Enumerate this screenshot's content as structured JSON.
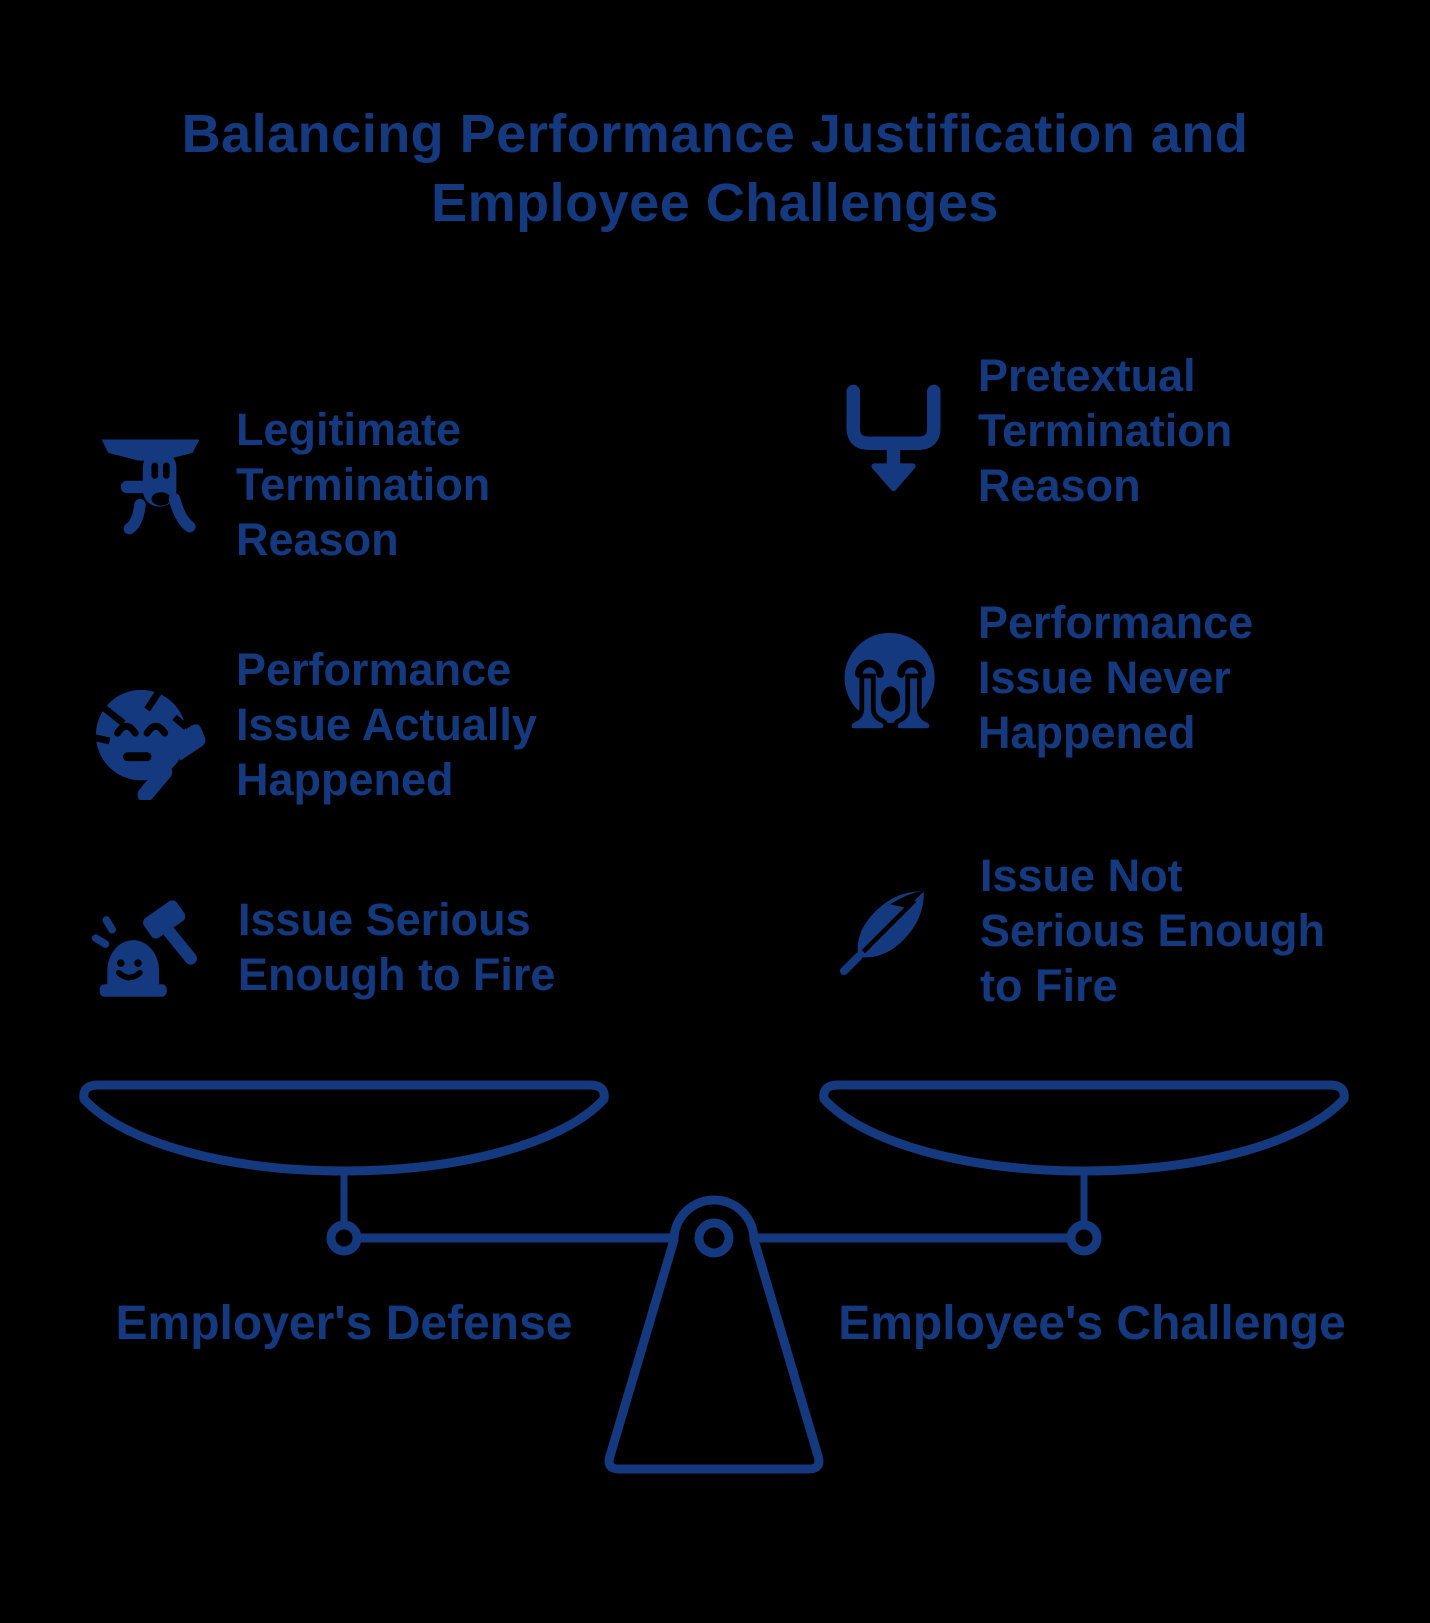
{
  "colors": {
    "background": "#000000",
    "ink": "#14397E"
  },
  "title": "Balancing Performance Justification and\nEmployee Challenges",
  "left_column": {
    "label": "Employer's Defense",
    "items": [
      {
        "icon": "judge-bench-icon",
        "text": "Legitimate\nTermination\nReason"
      },
      {
        "icon": "inspect-face-icon",
        "text": "Performance\nIssue Actually\nHappened"
      },
      {
        "icon": "alarm-mallet-icon",
        "text": "Issue Serious\nEnough to Fire"
      }
    ]
  },
  "right_column": {
    "label": "Employee's Challenge",
    "items": [
      {
        "icon": "merge-arrow-icon",
        "text": "Pretextual\nTermination\nReason"
      },
      {
        "icon": "crying-face-icon",
        "text": "Performance\nIssue Never\nHappened"
      },
      {
        "icon": "feather-icon",
        "text": "Issue Not\nSerious Enough\nto Fire"
      }
    ]
  }
}
